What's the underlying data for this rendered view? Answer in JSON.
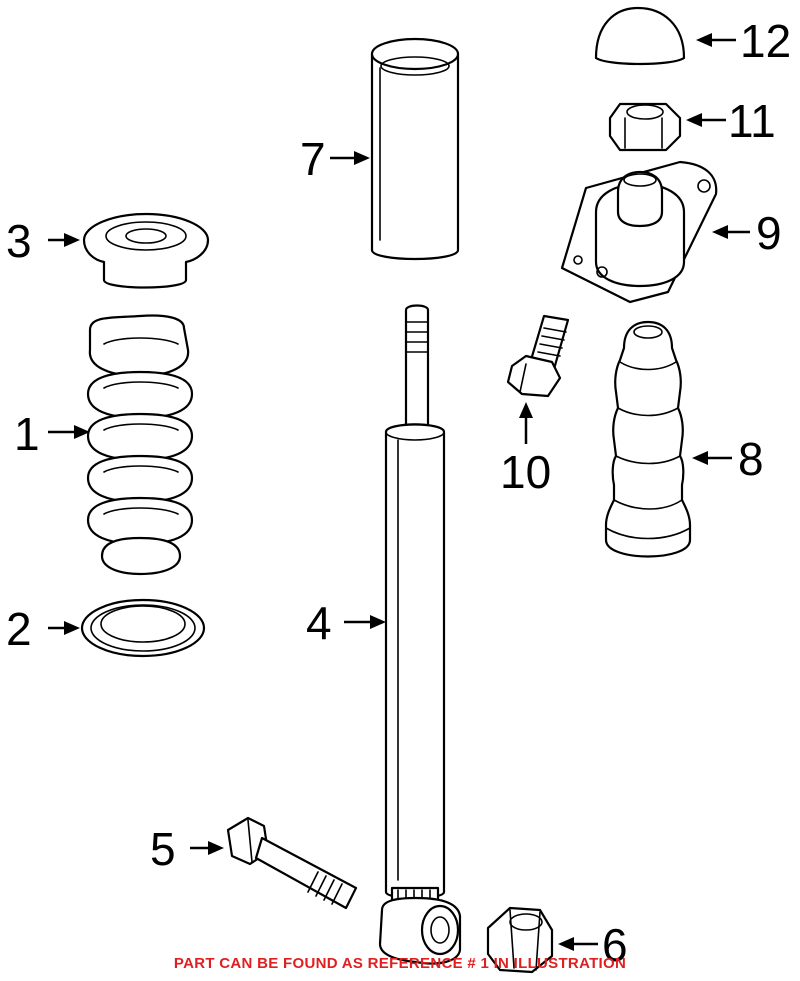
{
  "callouts": {
    "c1": "1",
    "c2": "2",
    "c3": "3",
    "c4": "4",
    "c5": "5",
    "c6": "6",
    "c7": "7",
    "c8": "8",
    "c9": "9",
    "c10": "10",
    "c11": "11",
    "c12": "12"
  },
  "notice": "PART CAN BE FOUND AS REFERENCE # 1 IN ILLUSTRATION",
  "colors": {
    "notice": "#e02020",
    "line": "#000000",
    "background": "#ffffff"
  }
}
